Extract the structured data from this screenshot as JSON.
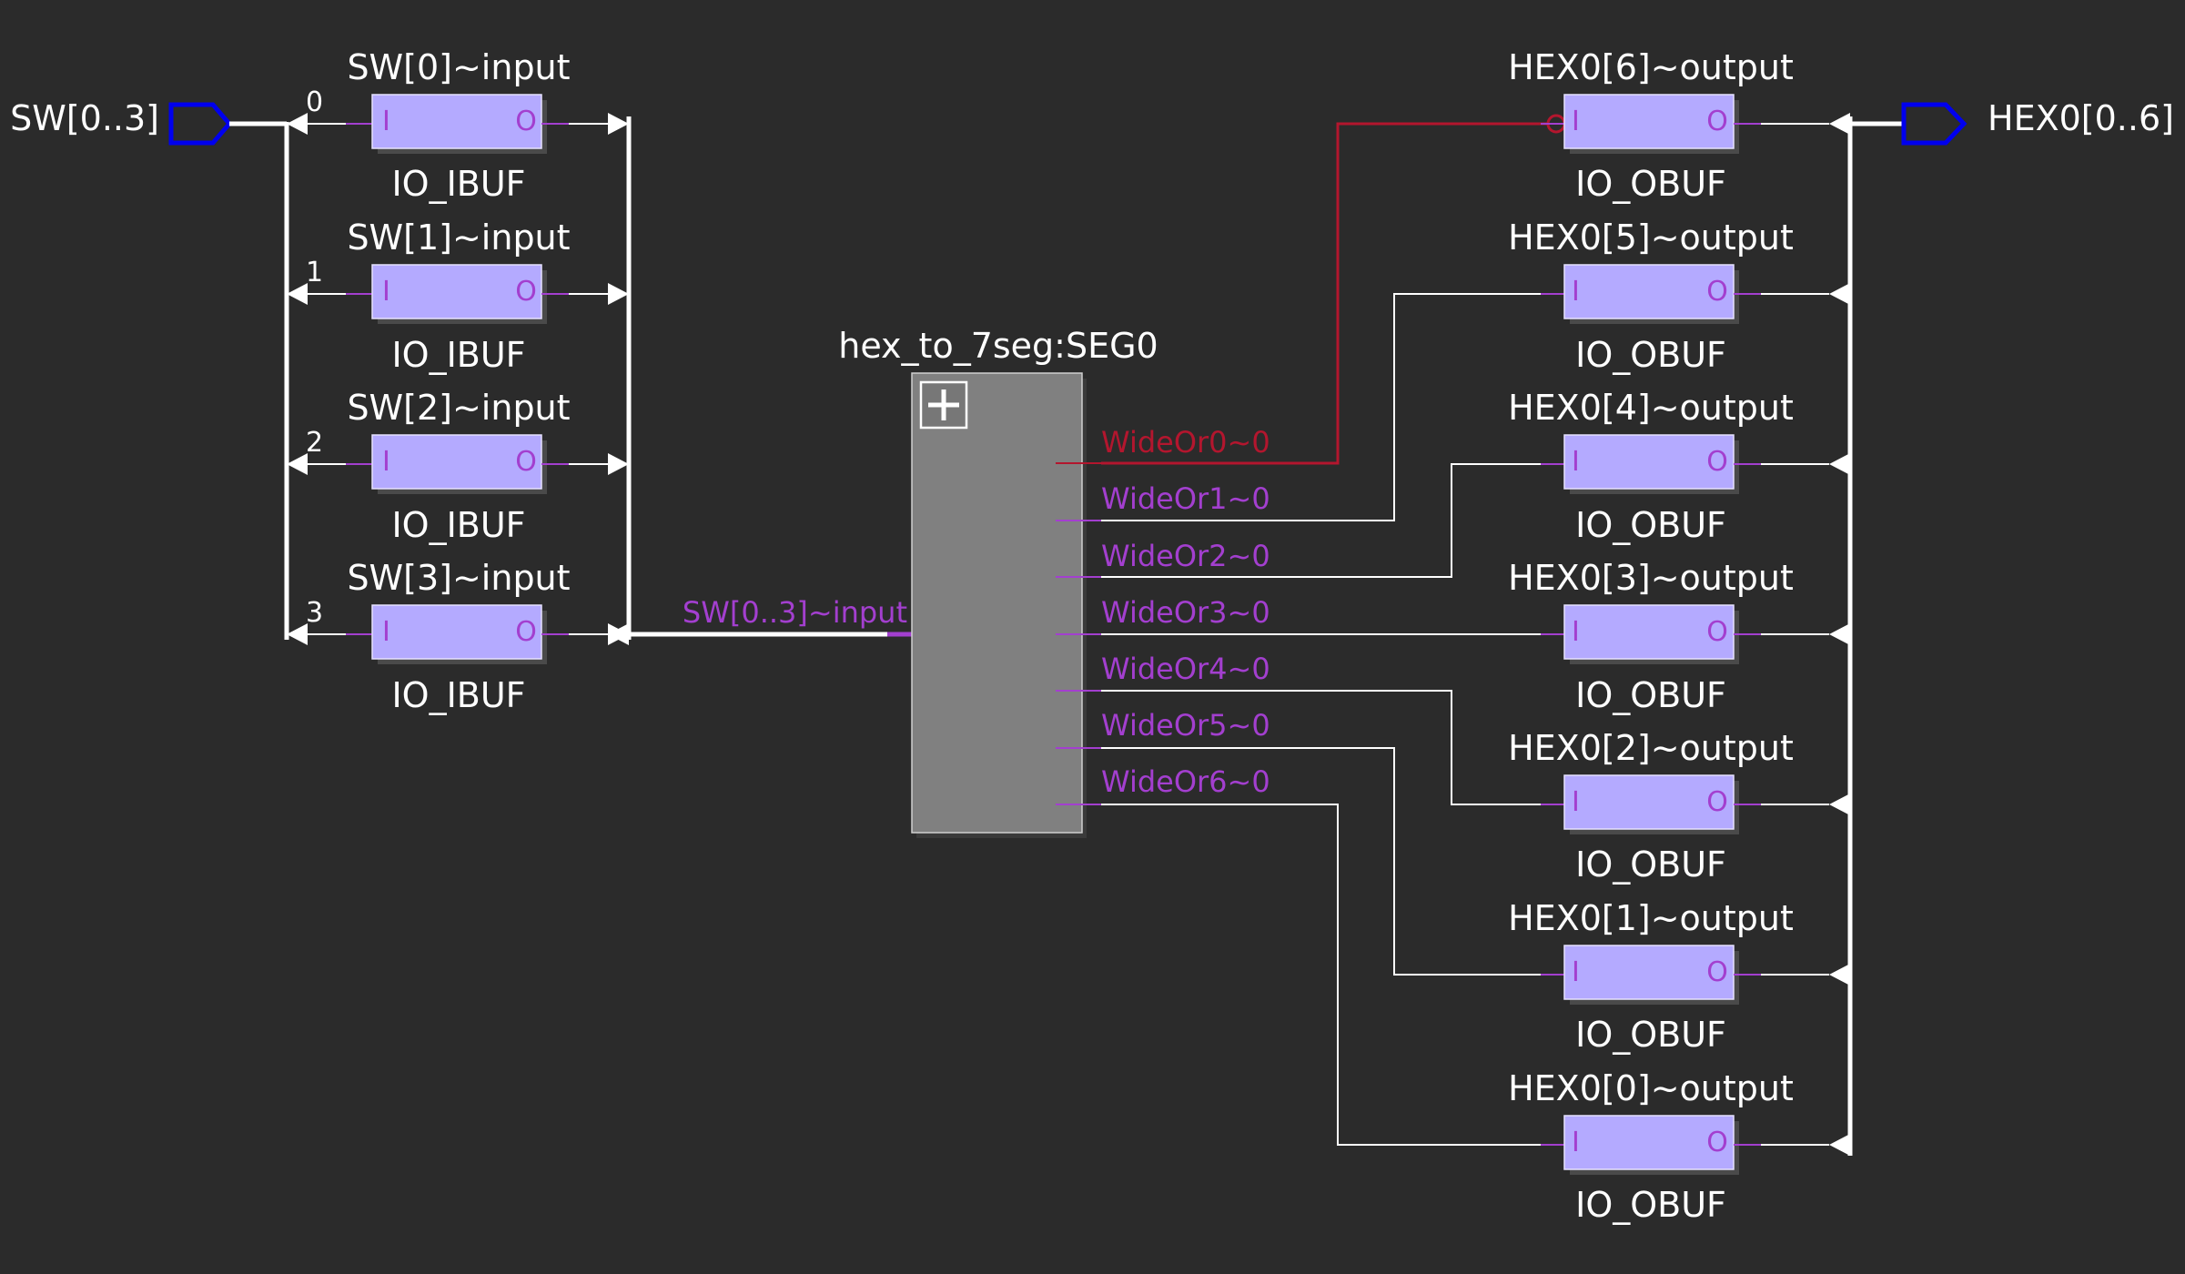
{
  "colors": {
    "background": "#2b2b2b",
    "wire": "#ffffff",
    "port_outline": "#0000ee",
    "buffer_fill": "#b4aaff",
    "block_fill": "#808080",
    "pin_label": "#a33fcf",
    "highlight_wire": "#b3162e"
  },
  "input_port": {
    "label": "SW[0..3]",
    "icon": "input-port-arrow-icon"
  },
  "output_port": {
    "label": "HEX0[0..6]",
    "icon": "output-port-arrow-icon"
  },
  "input_buffers": [
    {
      "title": "SW[0]~input",
      "type": "IO_IBUF",
      "index": "0",
      "pin_in": "I",
      "pin_out": "O"
    },
    {
      "title": "SW[1]~input",
      "type": "IO_IBUF",
      "index": "1",
      "pin_in": "I",
      "pin_out": "O"
    },
    {
      "title": "SW[2]~input",
      "type": "IO_IBUF",
      "index": "2",
      "pin_in": "I",
      "pin_out": "O"
    },
    {
      "title": "SW[3]~input",
      "type": "IO_IBUF",
      "index": "3",
      "pin_in": "I",
      "pin_out": "O"
    }
  ],
  "block": {
    "title": "hex_to_7seg:SEG0",
    "expand_icon": "expand-plus-icon",
    "input_pin": "SW[0..3]~input",
    "output_pins": [
      "WideOr0~0",
      "WideOr1~0",
      "WideOr2~0",
      "WideOr3~0",
      "WideOr4~0",
      "WideOr5~0",
      "WideOr6~0"
    ]
  },
  "output_buffers": [
    {
      "title": "HEX0[6]~output",
      "type": "IO_OBUF",
      "pin_in": "I",
      "pin_out": "O",
      "inverted": true
    },
    {
      "title": "HEX0[5]~output",
      "type": "IO_OBUF",
      "pin_in": "I",
      "pin_out": "O",
      "inverted": false
    },
    {
      "title": "HEX0[4]~output",
      "type": "IO_OBUF",
      "pin_in": "I",
      "pin_out": "O",
      "inverted": false
    },
    {
      "title": "HEX0[3]~output",
      "type": "IO_OBUF",
      "pin_in": "I",
      "pin_out": "O",
      "inverted": false
    },
    {
      "title": "HEX0[2]~output",
      "type": "IO_OBUF",
      "pin_in": "I",
      "pin_out": "O",
      "inverted": false
    },
    {
      "title": "HEX0[1]~output",
      "type": "IO_OBUF",
      "pin_in": "I",
      "pin_out": "O",
      "inverted": false
    },
    {
      "title": "HEX0[0]~output",
      "type": "IO_OBUF",
      "pin_in": "I",
      "pin_out": "O",
      "inverted": false
    }
  ],
  "connections": [
    {
      "from": "WideOr0~0",
      "to": "HEX0[6]~output"
    },
    {
      "from": "WideOr1~0",
      "to": "HEX0[5]~output"
    },
    {
      "from": "WideOr2~0",
      "to": "HEX0[4]~output"
    },
    {
      "from": "WideOr3~0",
      "to": "HEX0[3]~output"
    },
    {
      "from": "WideOr4~0",
      "to": "HEX0[2]~output"
    },
    {
      "from": "WideOr5~0",
      "to": "HEX0[1]~output"
    },
    {
      "from": "WideOr6~0",
      "to": "HEX0[0]~output"
    }
  ]
}
